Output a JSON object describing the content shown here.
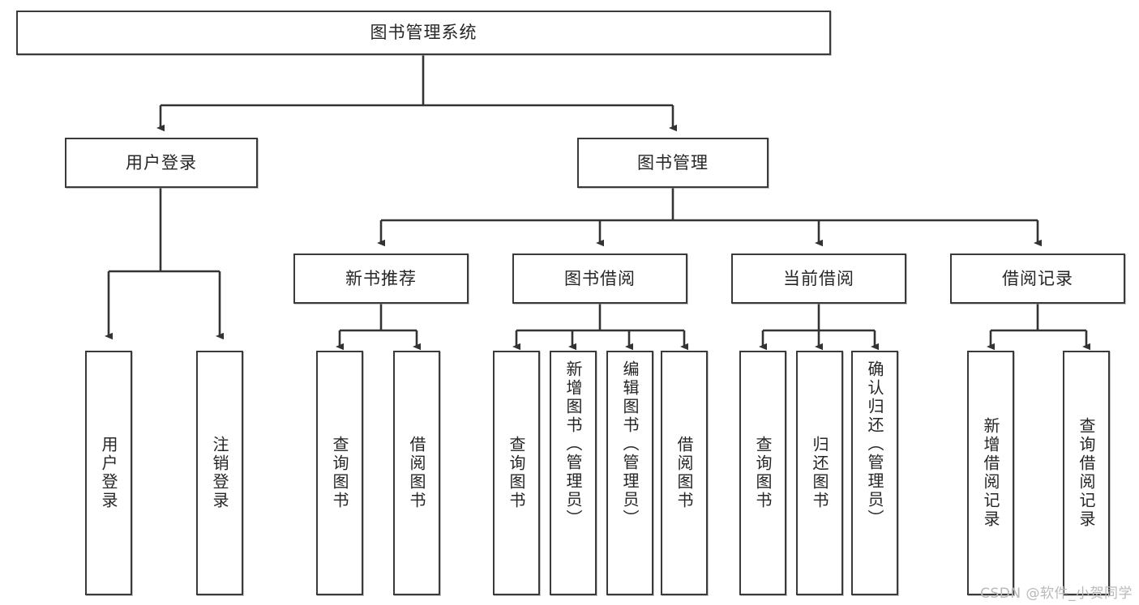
{
  "diagram": {
    "type": "tree-hierarchy-chart",
    "title": "图书管理系统",
    "watermark": "CSDN @软件_小贺同学",
    "colors": {
      "box_border": "#3a3a3a",
      "box_fill": "#ffffff",
      "connector": "#333333",
      "text": "#262626",
      "watermark": "#b9b9b9",
      "background": "#ffffff"
    },
    "root": {
      "label": "图书管理系统"
    },
    "level2": [
      {
        "label": "用户登录"
      },
      {
        "label": "图书管理"
      }
    ],
    "level3": [
      {
        "label": "新书推荐"
      },
      {
        "label": "图书借阅"
      },
      {
        "label": "当前借阅"
      },
      {
        "label": "借阅记录"
      }
    ],
    "leaves": {
      "user_login": [
        {
          "label": "用户登录"
        },
        {
          "label": "注销登录"
        }
      ],
      "new_book_recommend": [
        {
          "label": "查询图书"
        },
        {
          "label": "借阅图书"
        }
      ],
      "book_borrow": [
        {
          "label": "查询图书"
        },
        {
          "label": "新增图书（管理员）"
        },
        {
          "label": "编辑图书（管理员）"
        },
        {
          "label": "借阅图书"
        }
      ],
      "current_borrow": [
        {
          "label": "查询图书"
        },
        {
          "label": "归还图书"
        },
        {
          "label": "确认归还（管理员）"
        }
      ],
      "borrow_record": [
        {
          "label": "新增借阅记录"
        },
        {
          "label": "查询借阅记录"
        }
      ]
    }
  }
}
